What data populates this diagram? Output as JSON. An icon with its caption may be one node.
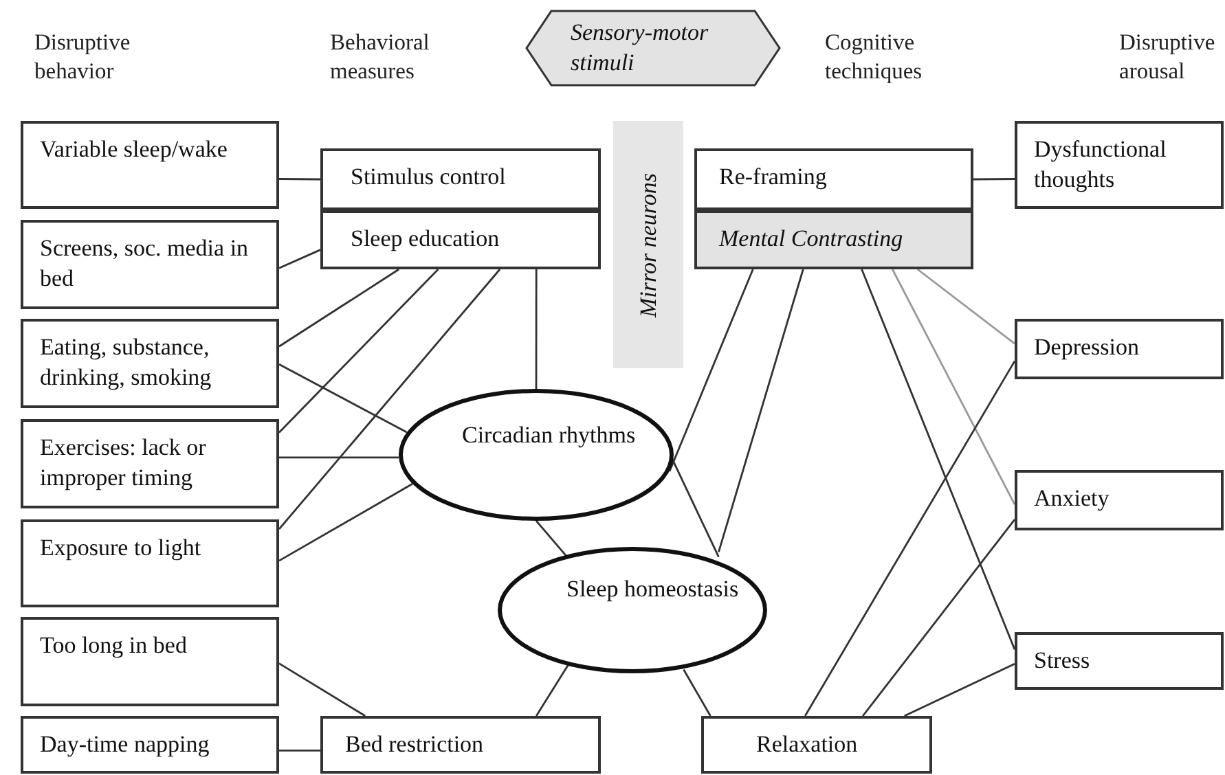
{
  "diagram": {
    "nodes": [
      {
        "text": [
          "Sensory-motor stimuli"
        ]
      },
      {
        "text": [
          "Mirror neurons"
        ]
      },
      {
        "text": [
          "Variable sleep/wake"
        ]
      },
      {
        "text": [
          "Screens, soc. media in bed"
        ]
      },
      {
        "text": [
          "Eating, substance, drinking, smoking"
        ]
      },
      {
        "text": [
          "Exercises: lack or improper timing"
        ]
      },
      {
        "text": [
          "Exposure to light"
        ]
      },
      {
        "text": [
          "Too long in bed"
        ]
      },
      {
        "text": [
          "Day-time napping"
        ]
      },
      {
        "text": [
          "Stimulus control"
        ]
      },
      {
        "text": [
          "Sleep education"
        ]
      },
      {
        "text": [
          "Circadian rhythms"
        ]
      },
      {
        "text": [
          "Sleep homeostasis"
        ]
      },
      {
        "text": [
          "Bed restriction"
        ]
      },
      {
        "text": [
          "Re-framing"
        ]
      },
      {
        "text": [
          "Mental Contrasting"
        ]
      },
      {
        "text": [
          "Relaxation"
        ]
      },
      {
        "text": [
          "Dysfunctional thoughts"
        ]
      },
      {
        "text": [
          "Depression"
        ]
      },
      {
        "text": [
          "Anxiety"
        ]
      },
      {
        "text": [
          "Stress"
        ]
      }
    ],
    "edges": [
      {
        "from": 2,
        "to": 9,
        "arrow": "none"
      },
      {
        "from": 3,
        "to": 10,
        "arrow": "none"
      },
      {
        "from": 4,
        "to": 10,
        "arrow": "none"
      },
      {
        "from": 4,
        "to": 11,
        "arrow": "none"
      },
      {
        "from": 5,
        "to": 10,
        "arrow": "none"
      },
      {
        "from": 5,
        "to": 11,
        "arrow": "none"
      },
      {
        "from": 6,
        "to": 10,
        "arrow": "none"
      },
      {
        "from": 6,
        "to": 11,
        "arrow": "none"
      },
      {
        "from": 10,
        "to": 11,
        "arrow": "none"
      },
      {
        "from": 11,
        "to": 12,
        "arrow": "none"
      },
      {
        "from": 11,
        "to": 12,
        "arrow": "none"
      },
      {
        "from": 12,
        "to": 13,
        "arrow": "none"
      },
      {
        "from": 7,
        "to": 13,
        "arrow": "none"
      },
      {
        "from": 8,
        "to": 13,
        "arrow": "none"
      },
      {
        "from": 15,
        "to": 11,
        "arrow": "none"
      },
      {
        "from": 15,
        "to": 12,
        "arrow": "none"
      },
      {
        "from": 15,
        "to": 20,
        "arrow": "none"
      },
      {
        "from": 15,
        "to": 19,
        "arrow": "none",
        "color": "#999999"
      },
      {
        "from": 15,
        "to": 18,
        "arrow": "none",
        "color": "#999999"
      },
      {
        "from": 14,
        "to": 17,
        "arrow": "none"
      },
      {
        "from": 16,
        "to": 18,
        "arrow": "none"
      },
      {
        "from": 16,
        "to": 19,
        "arrow": "none"
      },
      {
        "from": 16,
        "to": 20,
        "arrow": "none"
      },
      {
        "from": 12,
        "to": 16,
        "arrow": "none"
      }
    ],
    "labels": [
      "Disruptive behavior",
      "Behavioral measures",
      "Cognitive techniques",
      "Disruptive arousal"
    ]
  }
}
